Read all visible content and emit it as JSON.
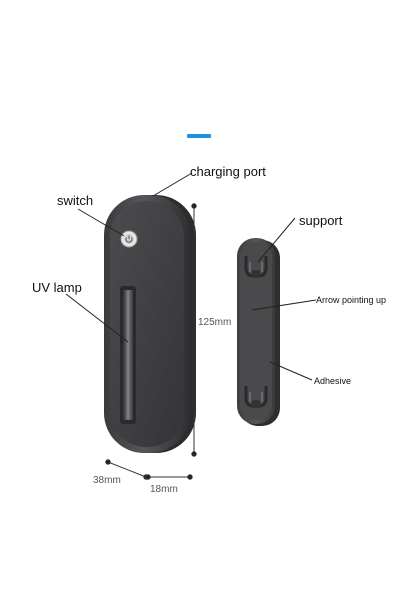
{
  "labels": {
    "charging_port": "charging port",
    "switch": "switch",
    "uv_lamp": "UV lamp",
    "support": "support",
    "arrow_pointing_up": "Arrow pointing up",
    "adhesive": "Adhesive"
  },
  "dimensions": {
    "height": "125mm",
    "width": "38mm",
    "depth": "18mm"
  },
  "colors": {
    "accent_bar": "#1e90e0",
    "device_body": "#4a4a4c",
    "device_face": "#3e3e40",
    "mount_body": "#48484a",
    "lamp_window": "#6a6a6c"
  },
  "icons": {
    "power_switch": "power-button-icon",
    "hooks": "hook-icon"
  }
}
